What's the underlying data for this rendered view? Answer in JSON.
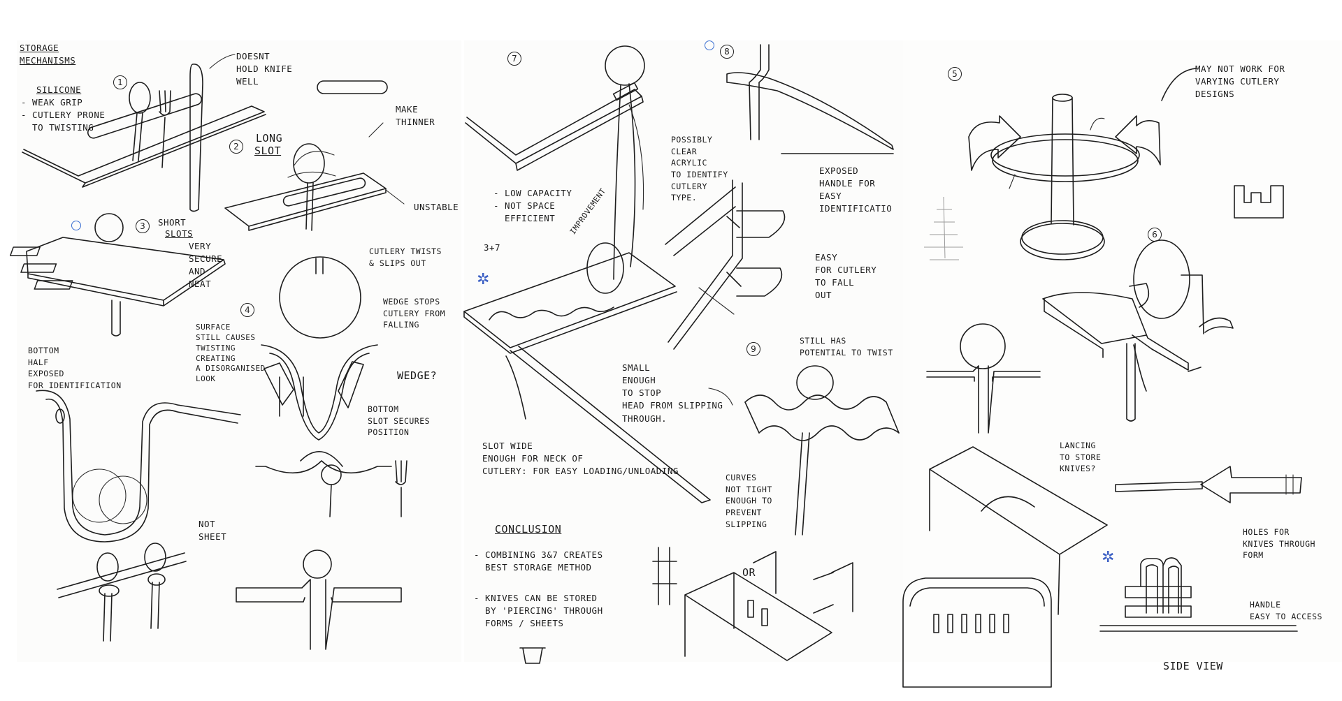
{
  "page1": {
    "title_line1": "STORAGE",
    "title_line2": "MECHANISMS",
    "n1": "1",
    "n2": "2",
    "n3": "3",
    "n4": "4",
    "doesnt": "DOESNT\nHOLD KNIFE\nWELL",
    "silicone": "SILICONE",
    "silicone_notes": "- WEAK GRIP\n- CUTLERY PRONE\n  TO TWISTING",
    "long_slot_1": "LONG",
    "long_slot_2": "SLOT",
    "make_thinner": "MAKE\nTHINNER",
    "unstable": "UNSTABLE",
    "short_slots_1": "SHORT",
    "short_slots_2": "SLOTS",
    "very_secure": "VERY\nSECURE\nAND\nNEAT",
    "cutlery_twists": "CUTLERY TWISTS\n& SLIPS OUT",
    "bottom_half": "BOTTOM\nHALF\nEXPOSED\nFOR IDENTIFICATION",
    "wedge_stops": "WEDGE STOPS\nCUTLERY FROM\nFALLING",
    "surface_twisting": "SURFACE\nSTILL CAUSES\nTWISTING\nCREATING\nA DISORGANISED\nLOOK",
    "wedge_q": "WEDGE?",
    "bottom_slot": "BOTTOM\nSLOT SECURES\nPOSITION",
    "not_sheet": "NOT\nSHEET"
  },
  "page2": {
    "n7": "7",
    "n8": "8",
    "n9": "9",
    "low_capacity": "- LOW CAPACITY\n- NOT SPACE\n  EFFICIENT",
    "three_seven": "3+7",
    "improvement": "IMPROVEMENT",
    "possibly_clear": "POSSIBLY\nCLEAR\nACRYLIC\nTO IDENTIFY\nCUTLERY\nTYPE.",
    "exposed_handle": "EXPOSED\nHANDLE FOR\nEASY\nIDENTIFICATIO",
    "easy_fall": "EASY\nFOR CUTLERY\nTO FALL\nOUT",
    "small_enough": "SMALL\nENOUGH\nTO STOP\nHEAD FROM SLIPPING\nTHROUGH.",
    "still_potential": "STILL HAS\nPOTENTIAL TO TWIST",
    "slot_wide": "SLOT WIDE\nENOUGH FOR NECK OF\nCUTLERY: FOR EASY LOADING/UNLOADING",
    "curves": "CURVES\nNOT TIGHT\nENOUGH TO\nPREVENT\nSLIPPING",
    "conclusion": "CONCLUSION",
    "conclusion_1": "- COMBINING 3&7 CREATES\n  BEST STORAGE METHOD",
    "conclusion_2": "- KNIVES CAN BE STORED\n  BY 'PIERCING' THROUGH\n  FORMS / SHEETS",
    "or": "OR"
  },
  "page3": {
    "n5": "5",
    "n6": "6",
    "may_not_work": "MAY NOT WORK FOR\nVARYING CUTLERY\nDESIGNS",
    "lancing": "LANCING\nTO STORE\nKNIVES?",
    "holes": "HOLES FOR\nKNIVES THROUGH\nFORM",
    "handle_easy": "HANDLE\nEASY TO ACCESS",
    "side_view": "SIDE VIEW"
  },
  "colors": {
    "ink": "#1e1e1e",
    "paper": "#fcfcfb",
    "blue_mark": "#3b6fd1"
  }
}
